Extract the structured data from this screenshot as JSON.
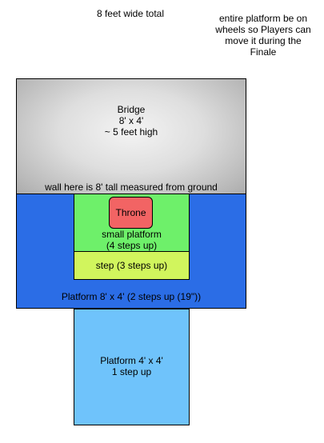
{
  "header": {
    "width_note": "8 feet wide total",
    "wheels_note": "entire platform be on\nwheels so Players can\nmove it during the\nFinale"
  },
  "bridge": {
    "label": "Bridge\n8' x 4'\n~ 5 feet high",
    "wall_note": "wall here is 8' tall measured from ground",
    "color": "#b9b9b9"
  },
  "throne": {
    "label": "Throne",
    "color": "#f26464"
  },
  "small_platform": {
    "label": "small platform\n(4 steps up)",
    "color": "#6ef06a"
  },
  "step": {
    "label": "step (3 steps up)",
    "color": "#d1f55d"
  },
  "main_platform": {
    "label": "Platform 8' x 4' (2 steps up (19\"))",
    "color": "#2b6de6"
  },
  "lower_platform": {
    "label": "Platform 4' x 4'\n1 step up",
    "color": "#6fc3fb"
  }
}
